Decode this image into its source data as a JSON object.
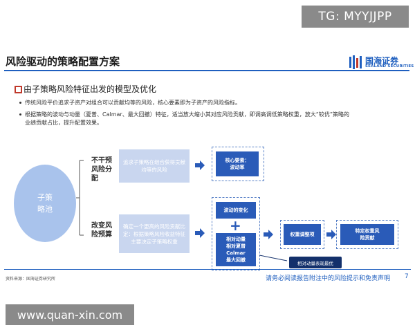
{
  "watermark_top": "TG: MYYJJPP",
  "watermark_bottom": "www.quan-xin.com",
  "header": {
    "title": "风险驱动的策略配置方案",
    "logo_cn": "国海证券",
    "logo_en": "SEALAND SECURITIES"
  },
  "section": {
    "title": "由子策略风险特征出发的模型及优化",
    "bullets": [
      "传统风险平价追求子资产对组合可以贡献均等的风险，核心要素即为子资产的风险指标。",
      "根据策略的波动与动量（夏普、Calmar、最大回撤）特征，适当放大缩小其对应风险贡献，即调高调低策略权重，放大“较优”策略的业绩贡献占比，提升配置效果。"
    ]
  },
  "diagram": {
    "pool": "子策\n略池",
    "branch1_label": "不干预风险分配",
    "branch2_label": "改变风险预算",
    "light_box1": "追求子策略在组合获得贡献均等的风险",
    "light_box2": "确定一个更高的风险贡献比定：根据策略风险收益特征主要决定子策略权重",
    "key1": "核心要素：\n波动率",
    "key2": "波动的变化",
    "plus": "+",
    "key3": "相对动量\n相对夏普\nCalmar\n最大回撤",
    "key4": "权重调整项",
    "key5": "特定权重风\n险贡献",
    "callout": "相对动量表现最优"
  },
  "footer": {
    "source": "资料来源：国海证券研究所",
    "disclaimer": "请务必阅读报告附注中的风险提示和免责声明",
    "page": "7"
  },
  "colors": {
    "brand_blue": "#1f5fbf",
    "dark_box": "#2a5bb8",
    "light_box": "#c9d6ef",
    "ellipse": "#a9c3ec",
    "callout": "#13306b",
    "section_icon": "#c0392b"
  }
}
